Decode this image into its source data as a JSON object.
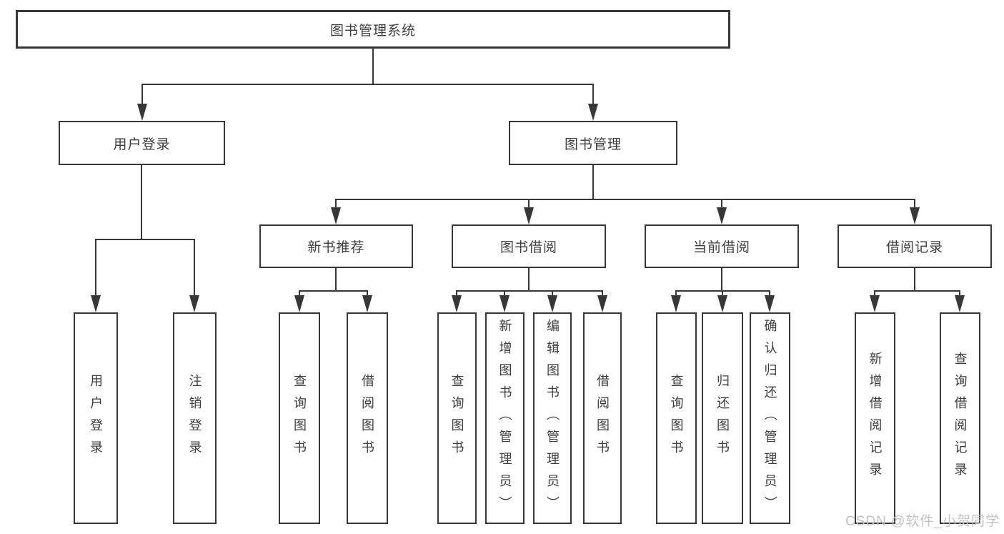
{
  "diagram": {
    "root": {
      "label": "图书管理系统"
    },
    "level2": [
      {
        "label": "用户登录"
      },
      {
        "label": "图书管理"
      }
    ],
    "level3": [
      {
        "label": "新书推荐"
      },
      {
        "label": "图书借阅"
      },
      {
        "label": "当前借阅"
      },
      {
        "label": "借阅记录"
      }
    ],
    "leaves": [
      {
        "label": "用户登录"
      },
      {
        "label": "注销登录"
      },
      {
        "label": "查询图书"
      },
      {
        "label": "借阅图书"
      },
      {
        "label": "查询图书"
      },
      {
        "label": "新增图书（管理员）"
      },
      {
        "label": "编辑图书（管理员）"
      },
      {
        "label": "借阅图书"
      },
      {
        "label": "查询图书"
      },
      {
        "label": "归还图书"
      },
      {
        "label": "确认归还（管理员）"
      },
      {
        "label": "新增借阅记录"
      },
      {
        "label": "查询借阅记录"
      }
    ]
  },
  "watermark": {
    "text": "CSDN @软件_小贺同学"
  },
  "colors": {
    "line": "#373737",
    "text": "#3d3d3d",
    "watermark": "#c1c1c1",
    "background": "#ffffff"
  }
}
